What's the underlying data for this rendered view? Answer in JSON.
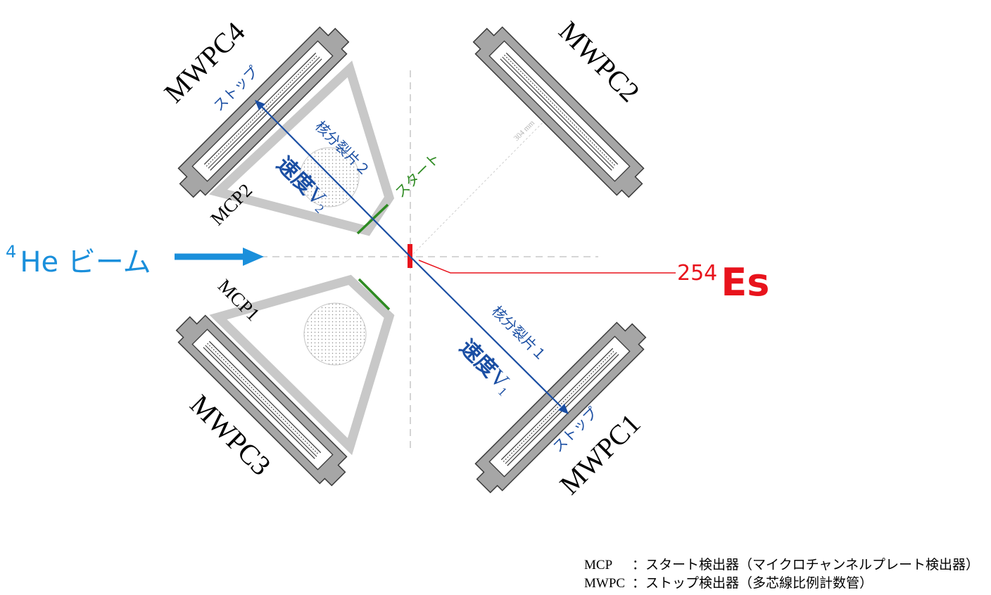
{
  "colors": {
    "beam": "#1a8fdb",
    "target": "#e8131c",
    "trajectory": "#1a4ea3",
    "start_detector": "#2e8b22",
    "frame": "#bfbfbf",
    "chamber_fill": "#a6a6a6",
    "dashed_guide": "#bdbdbd"
  },
  "beam": {
    "mass_number": "4",
    "label": "He ビーム"
  },
  "target": {
    "mass_number": "254",
    "element": "Es"
  },
  "detectors": {
    "mwpc1": "MWPC1",
    "mwpc2": "MWPC2",
    "mwpc3": "MWPC3",
    "mwpc4": "MWPC4",
    "mcp1": "MCP1",
    "mcp2": "MCP2"
  },
  "labels": {
    "stop": "ストップ",
    "start": "スタート",
    "fragment_1": "核分裂片１",
    "fragment_2": "核分裂片２",
    "velocity_prefix": "速度",
    "v_letter": "V",
    "v1_sub": "1",
    "v2_sub": "2",
    "distance": "304 mm"
  },
  "legend": {
    "mcp_term": "MCP",
    "mcp_desc": "：スタート検出器（マイクロチャンネルプレート検出器）",
    "mwpc_term": "MWPC",
    "mwpc_desc": "：ストップ検出器（多芯線比例計数管）"
  }
}
